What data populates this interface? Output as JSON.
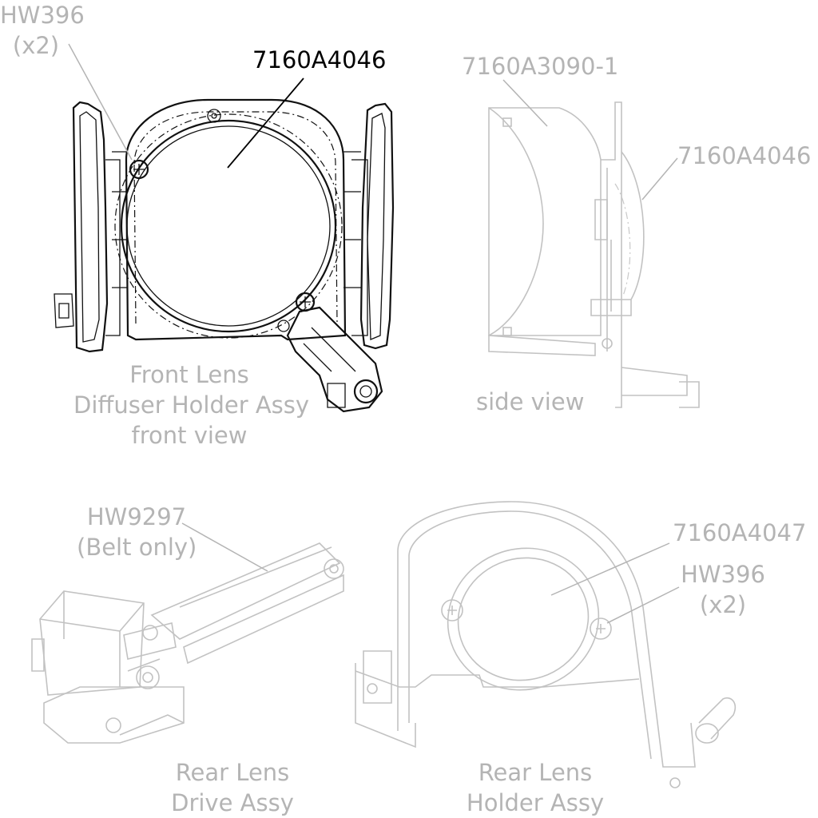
{
  "front_view": {
    "screw_label_line1": "HW396",
    "screw_label_line2": "(x2)",
    "part_label": "7160A4046",
    "caption_line1": "Front Lens",
    "caption_line2": "Diffuser Holder Assy",
    "caption_line3": "front view"
  },
  "side_view": {
    "top_label": "7160A3090-1",
    "right_label": "7160A4046",
    "caption": "side view"
  },
  "rear_drive": {
    "belt_label_line1": "HW9297",
    "belt_label_line2": "(Belt only)",
    "caption_line1": "Rear Lens",
    "caption_line2": "Drive Assy"
  },
  "rear_holder": {
    "part_label": "7160A4047",
    "screw_label_line1": "HW396",
    "screw_label_line2": "(x2)",
    "caption_line1": "Rear Lens",
    "caption_line2": "Holder Assy"
  },
  "colors": {
    "highlight": "#000000",
    "dimmed": "#b4b4b4"
  }
}
